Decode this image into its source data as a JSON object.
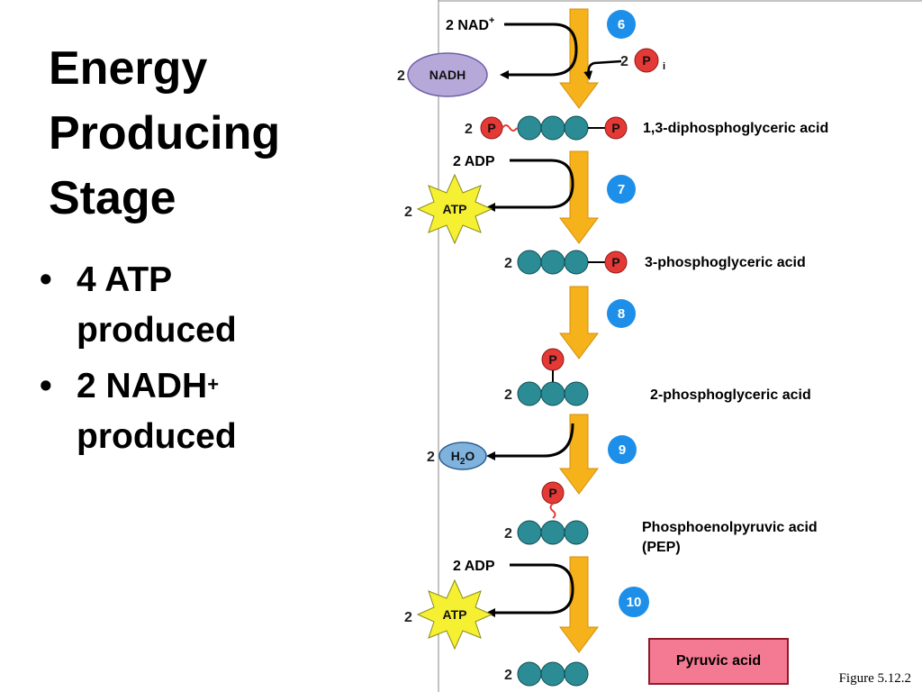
{
  "title_lines": [
    "Energy",
    "Producing",
    "Stage"
  ],
  "bullets": [
    {
      "line1": "4 ATP",
      "line1_sup": "",
      "line2": "produced"
    },
    {
      "line1": "2 NADH",
      "line1_sup": "+",
      "line2": "produced"
    }
  ],
  "diagram": {
    "steps": [
      "6",
      "7",
      "8",
      "9",
      "10"
    ],
    "molecules": {
      "diphosphoglyceric": "1,3-diphosphoglyceric acid",
      "phosphoglyceric3": "3-phosphoglyceric acid",
      "phosphoglyceric2": "2-phosphoglyceric acid",
      "pep_line1": "Phosphoenolpyruvic acid",
      "pep_line2": "(PEP)",
      "pyruvic": "Pyruvic acid"
    },
    "coefficient": "2",
    "nad": "2 NAD",
    "nad_sup": "+",
    "nadh": "NADH",
    "pi_coeff": "2",
    "p": "P",
    "pi_sub": "i",
    "adp": "2 ADP",
    "atp": "ATP",
    "h2o_h": "H",
    "h2o_sub": "2",
    "h2o_o": "O"
  },
  "figure_caption": "Figure 5.12.2",
  "colors": {
    "arrow": "#F5B21A",
    "step_circle": "#1E8FE8",
    "carbon": "#2C8C95",
    "phosphate": "#E53935",
    "nadh": "#B7A8DA",
    "h2o": "#7FB3DE",
    "atp_star": "#F5F032",
    "pyruvic_box": "#F47A93"
  }
}
